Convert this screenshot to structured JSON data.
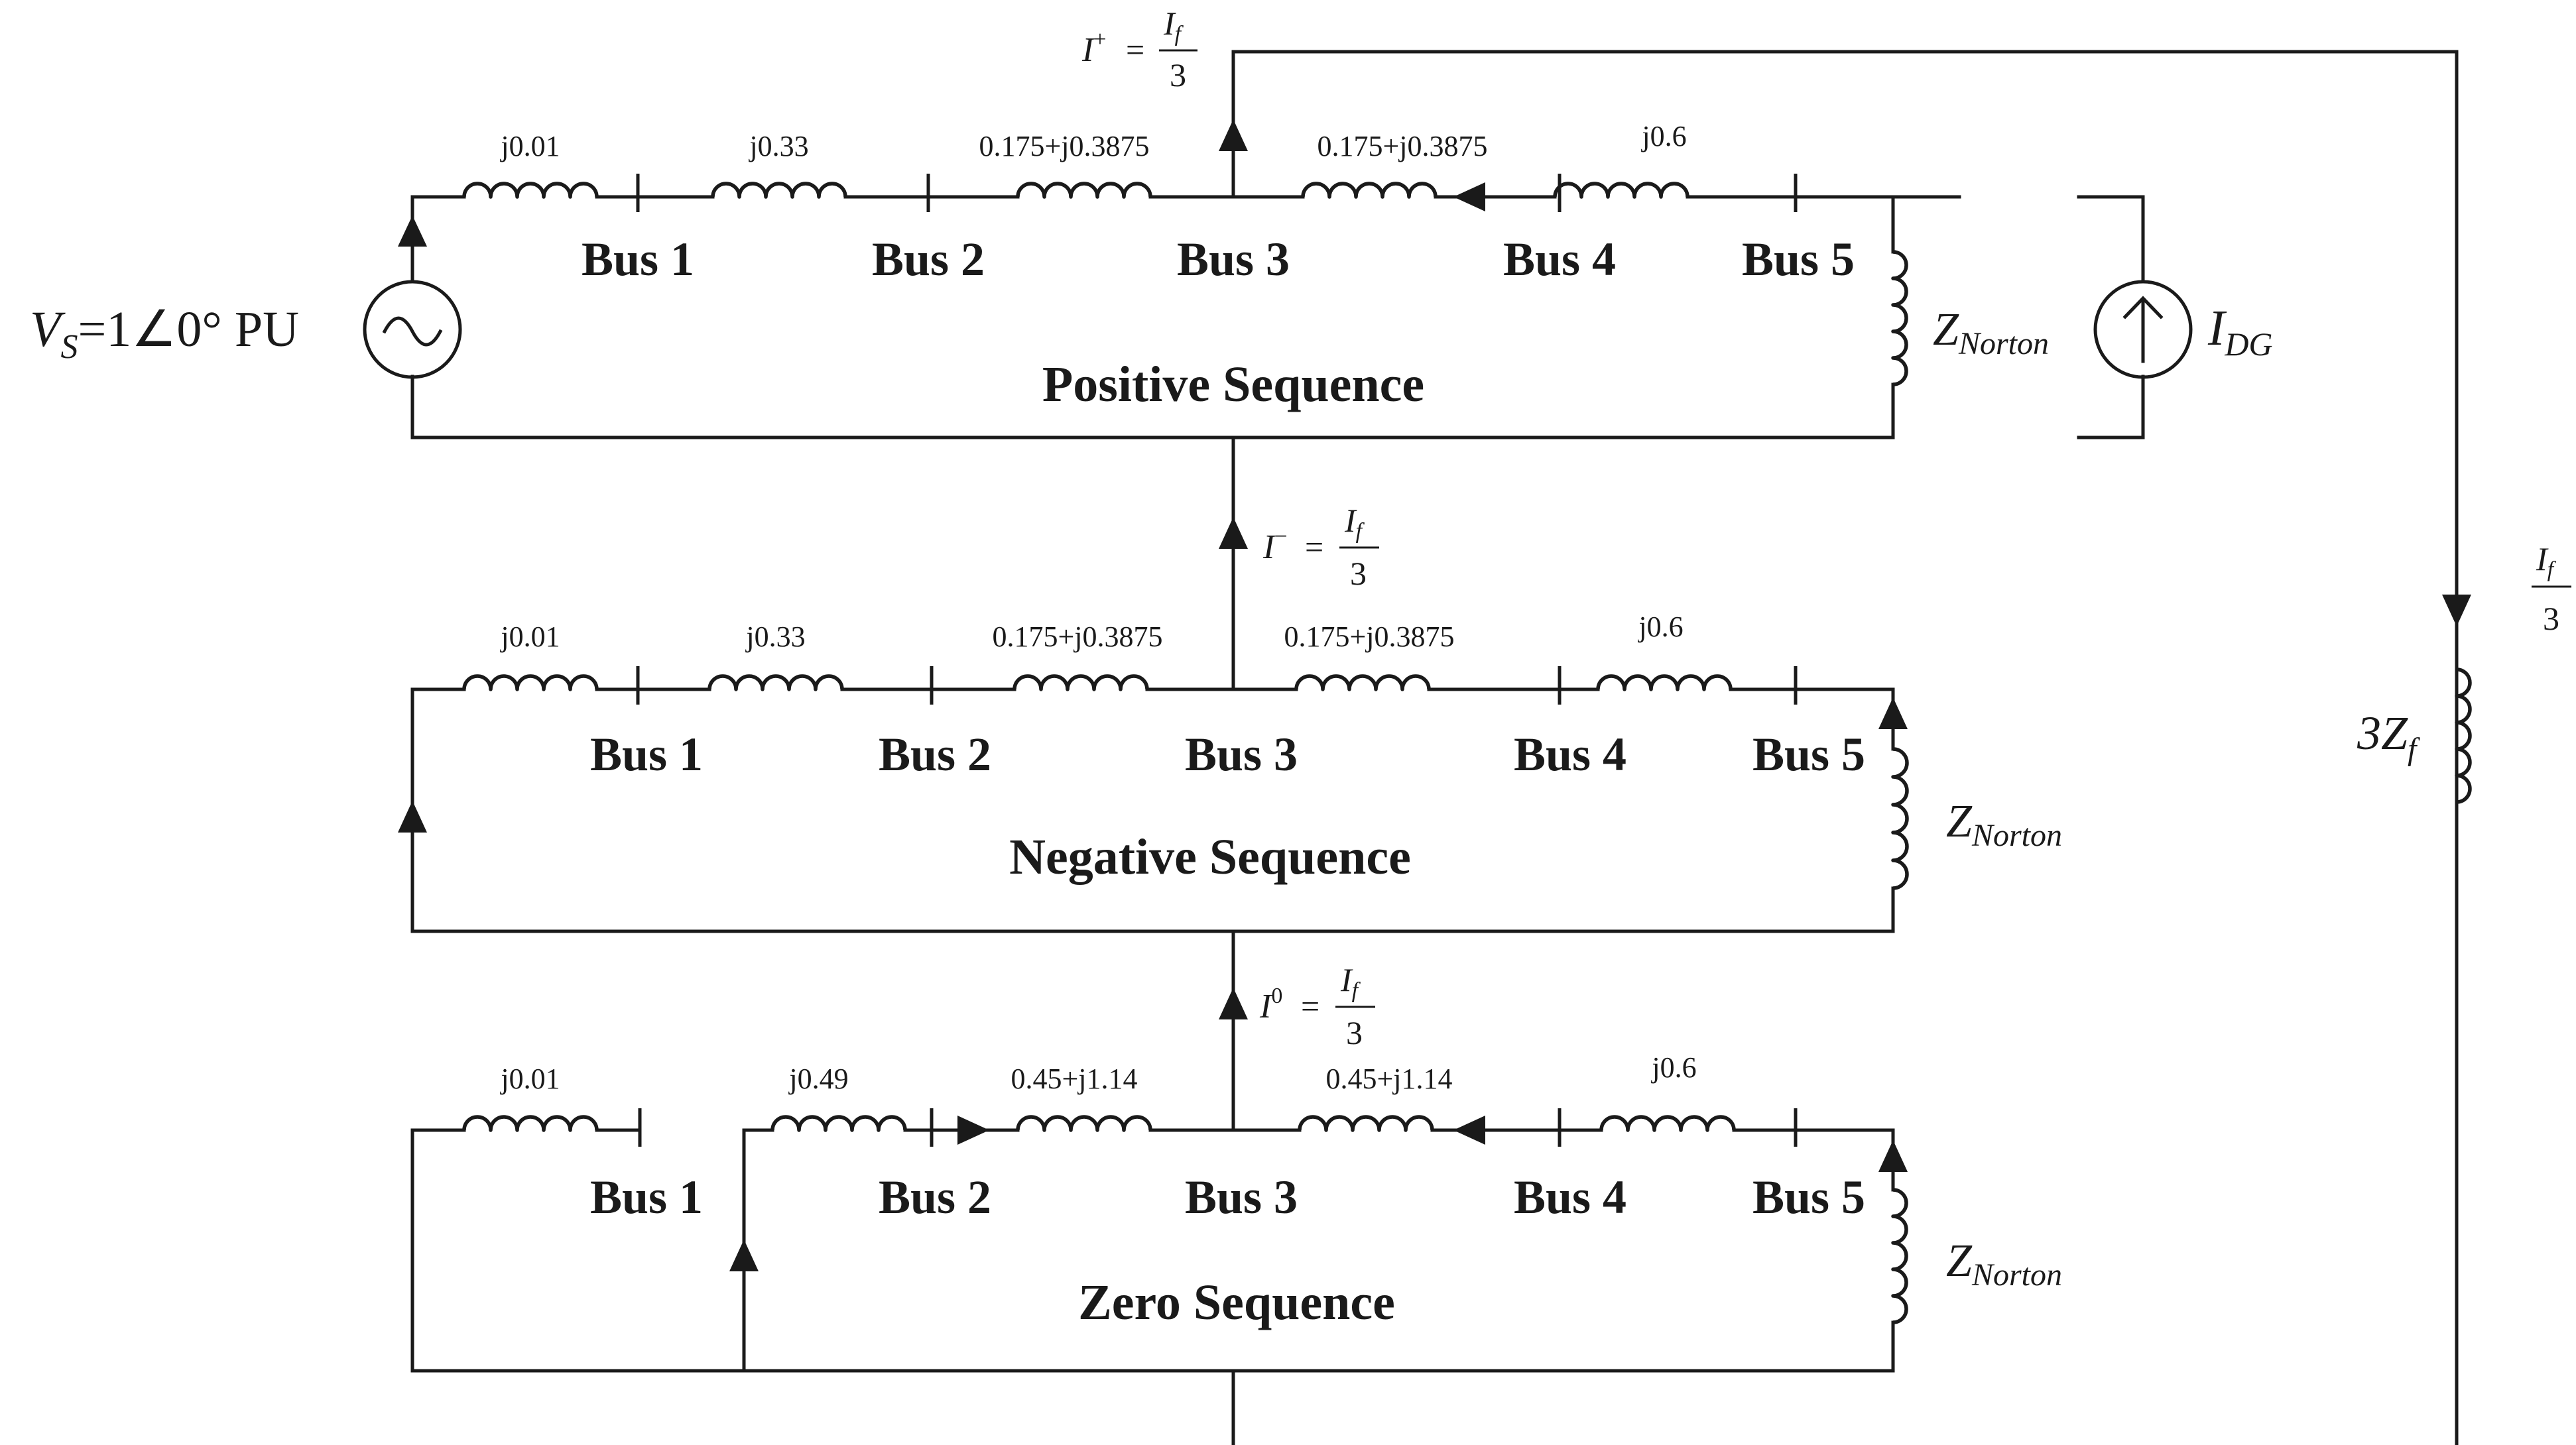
{
  "positive": {
    "title": "Positive Sequence",
    "impedances": [
      "j0.01",
      "j0.33",
      "0.175+j0.3875",
      "0.175+j0.3875",
      "j0.6"
    ],
    "buses": [
      "Bus 1",
      "Bus 2",
      "Bus 3",
      "Bus 4",
      "Bus 5"
    ],
    "norton": {
      "main": "Z",
      "sub": "Norton"
    },
    "current_label": {
      "lhs": "I",
      "sup": "+",
      "eq": "=",
      "num_main": "I",
      "num_sub": "f",
      "den": "3"
    }
  },
  "negative": {
    "title": "Negative Sequence",
    "impedances": [
      "j0.01",
      "j0.33",
      "0.175+j0.3875",
      "0.175+j0.3875",
      "j0.6"
    ],
    "buses": [
      "Bus 1",
      "Bus 2",
      "Bus 3",
      "Bus 4",
      "Bus 5"
    ],
    "norton": {
      "main": "Z",
      "sub": "Norton"
    },
    "current_label": {
      "lhs": "I",
      "sup": "−",
      "eq": "=",
      "num_main": "I",
      "num_sub": "f",
      "den": "3"
    }
  },
  "zero": {
    "title": "Zero Sequence",
    "impedances": [
      "j0.01",
      "j0.49",
      "0.45+j1.14",
      "0.45+j1.14",
      "j0.6"
    ],
    "buses": [
      "Bus 1",
      "Bus 2",
      "Bus 3",
      "Bus 4",
      "Bus 5"
    ],
    "norton": {
      "main": "Z",
      "sub": "Norton"
    },
    "current_label": {
      "lhs": "I",
      "sup": "0",
      "eq": "=",
      "num_main": "I",
      "num_sub": "f",
      "den": "3"
    }
  },
  "source": {
    "v": "V",
    "v_sub": "S",
    "rest": "=1∠0° PU",
    "symbol": "~"
  },
  "dg": {
    "main": "I",
    "sub": "DG"
  },
  "fault": {
    "impedance": {
      "coef": "3",
      "main": "Z",
      "sub": "f"
    },
    "current": {
      "num_main": "I",
      "num_sub": "f",
      "den": "3"
    }
  }
}
